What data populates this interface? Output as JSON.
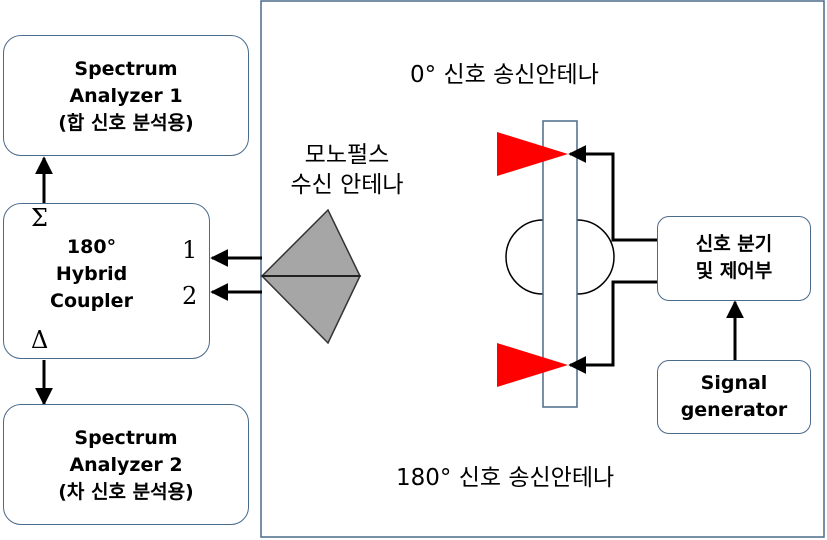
{
  "spectrum_analyzer_1": {
    "line1": "Spectrum",
    "line2": "Analyzer 1",
    "line3": "(합 신호 분석용)"
  },
  "spectrum_analyzer_2": {
    "line1": "Spectrum",
    "line2": "Analyzer 2",
    "line3": "(차 신호 분석용)"
  },
  "hybrid_coupler": {
    "line1": "180°",
    "line2": "Hybrid",
    "line3": "Coupler",
    "sum_port": "Σ",
    "diff_port": "Δ",
    "port1": "1",
    "port2": "2"
  },
  "monopulse_antenna": {
    "line1": "모노펄스",
    "line2": "수신 안테나"
  },
  "tx_0deg_label": "0° 신호 송신안테나",
  "tx_180deg_label": "180° 신호 송신안테나",
  "splitter_box": {
    "line1": "신호 분기",
    "line2": "및 제어부"
  },
  "signal_generator": {
    "line1": "Signal",
    "line2": "generator"
  },
  "colors": {
    "box_border": "#4a6a8a",
    "tx_antenna": "#ff0000",
    "rx_antenna": "#a6a6a6"
  }
}
